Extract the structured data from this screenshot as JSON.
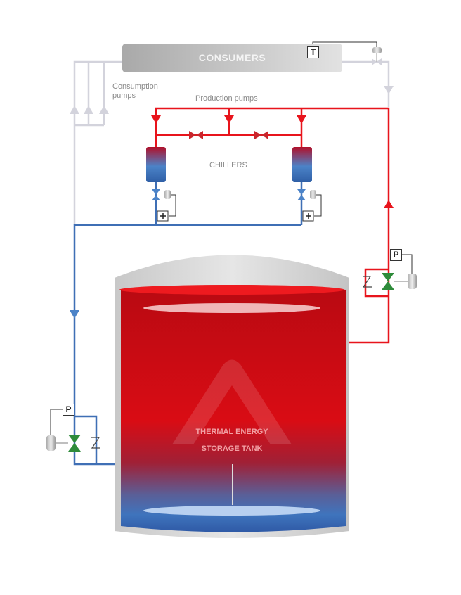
{
  "consumers": {
    "title": "CONSUMERS",
    "sensor_tag": "T"
  },
  "labels": {
    "consumption_pumps": "Consumption pumps",
    "production_pumps": "Production pumps",
    "chillers": "CHILLERS"
  },
  "tank": {
    "line1": "THERMAL ENERGY",
    "line2": "STORAGE TANK"
  },
  "pressure_tags": {
    "right": "P",
    "left": "P"
  },
  "colors": {
    "hot": "#e8141c",
    "cold": "#3f6fb5",
    "return": "#d0d0dc",
    "valve_green": "#2e8b3a"
  }
}
